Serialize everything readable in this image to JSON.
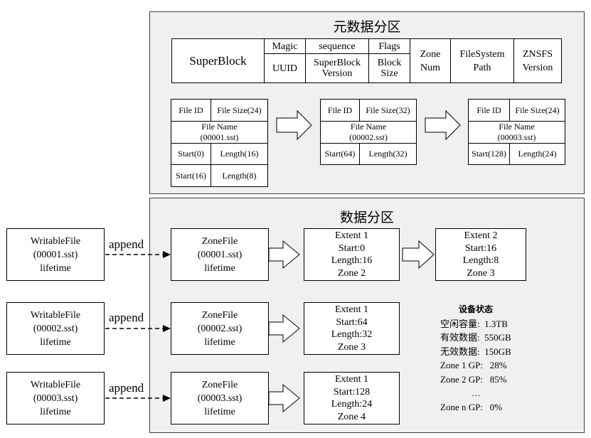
{
  "meta_region": {
    "title": "元数据分区",
    "superblock": {
      "name": "SuperBlock",
      "magic": "Magic",
      "uuid": "UUID",
      "sequence": "sequence",
      "sb_version": "SuperBlock Version",
      "flags": "Flags",
      "block_size": "Block Size",
      "zone_num": "Zone Num",
      "fs_path": "FileSystem Path",
      "znsfs_version": "ZNSFS Version"
    },
    "file_tables": [
      {
        "file_id": "File ID",
        "file_size": "File Size(24)",
        "file_name": "File Name",
        "file_name_val": "(00001.sst)",
        "extents": [
          {
            "start": "Start(0)",
            "length": "Length(16)"
          },
          {
            "start": "Start(16)",
            "length": "Length(8)"
          }
        ]
      },
      {
        "file_id": "File ID",
        "file_size": "File Size(32)",
        "file_name": "File Name",
        "file_name_val": "(00002.sst)",
        "extents": [
          {
            "start": "Start(64)",
            "length": "Length(32)"
          }
        ]
      },
      {
        "file_id": "File ID",
        "file_size": "File Size(24)",
        "file_name": "File Name",
        "file_name_val": "(00003.sst)",
        "extents": [
          {
            "start": "Start(128)",
            "length": "Length(24)"
          }
        ]
      }
    ]
  },
  "data_region": {
    "title": "数据分区",
    "writable_files": [
      {
        "l1": "WritableFile",
        "l2": "(00001.sst)",
        "l3": "lifetime"
      },
      {
        "l1": "WritableFile",
        "l2": "(00002.sst)",
        "l3": "lifetime"
      },
      {
        "l1": "WritableFile",
        "l2": "(00003.sst)",
        "l3": "lifetime"
      }
    ],
    "append_label": "append",
    "zone_files": [
      {
        "l1": "ZoneFile",
        "l2": "(00001.sst)",
        "l3": "lifetime"
      },
      {
        "l1": "ZoneFile",
        "l2": "(00002.sst)",
        "l3": "lifetime"
      },
      {
        "l1": "ZoneFile",
        "l2": "(00003.sst)",
        "l3": "lifetime"
      }
    ],
    "extents": [
      {
        "name": "Extent 1",
        "start": "Start:0",
        "length": "Length:16",
        "zone": "Zone 2"
      },
      {
        "name": "Extent 2",
        "start": "Start:16",
        "length": "Length:8",
        "zone": "Zone 3"
      },
      {
        "name": "Extent 1",
        "start": "Start:64",
        "length": "Length:32",
        "zone": "Zone 3"
      },
      {
        "name": "Extent 1",
        "start": "Start:128",
        "length": "Length:24",
        "zone": "Zone 4"
      }
    ],
    "device_status": {
      "title": "设备状态",
      "lines": [
        "空闲容量:  1.3TB",
        "有效数据:  550GB",
        "无效数据:  150GB",
        "Zone 1 GP:   28%",
        "Zone 2 GP:   85%",
        "…",
        "Zone n GP:   0%"
      ]
    }
  }
}
